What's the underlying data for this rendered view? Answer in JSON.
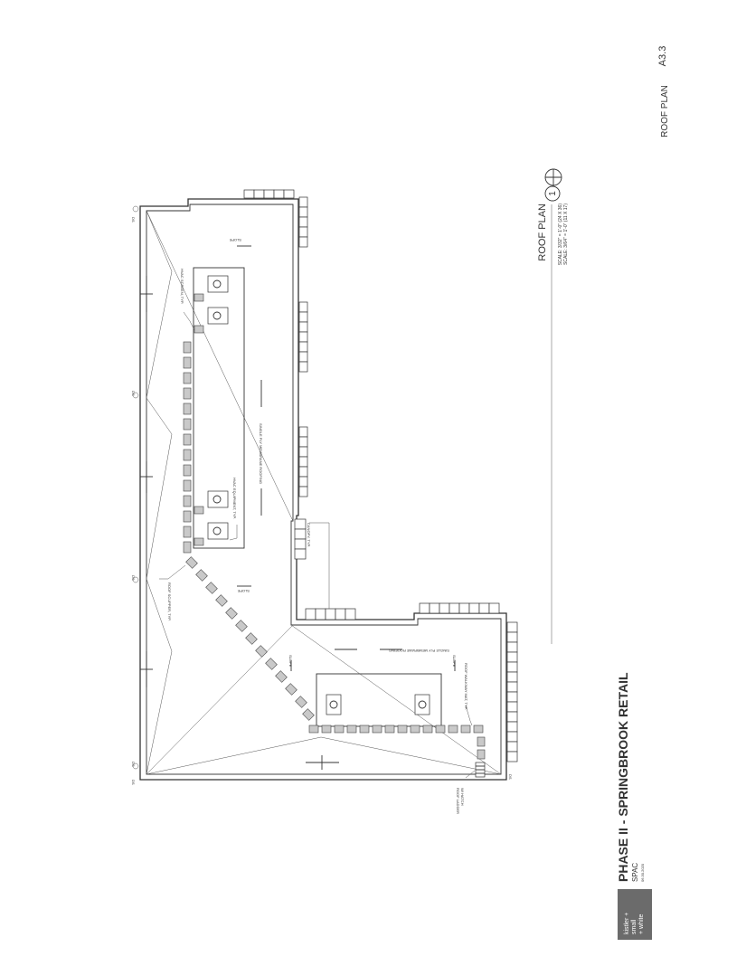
{
  "sheet": {
    "number": "A3.3",
    "title": "ROOF PLAN"
  },
  "project": {
    "title": "PHASE II - SPRINGBROOK RETAIL",
    "client": "SPAC",
    "date": "06.30.2020"
  },
  "logo": {
    "line1": "kistler +",
    "line2": "small",
    "line3": "+ white",
    "bg": "#6b6b6b"
  },
  "drawing": {
    "title": "ROOF PLAN",
    "number": "1",
    "scale_1": "SCALE: 3/32\" = 1'-0\" (24 X 36)",
    "scale_2": "SCALE: 3/64\" = 1'-0\" (11 X 17)"
  },
  "notes": {
    "hvac_screen": "HVAC SCREEN, TYP.",
    "hvac_equipment": "HVAC EQUIPMENT, TYP.",
    "membrane_upper": "SINGLE PLY MEMBRANE ROOFING",
    "membrane_lower": "SINGLE PLY MEMBRANE ROOFING",
    "slope_1": "SLOPE",
    "slope_2": "SLOPE",
    "slope_3": "SLOPE",
    "slope_4": "SLOPE",
    "roof_scupper": "ROOF SCUPPER, TYP.",
    "canopy": "CANOPY, TYP.",
    "walkway": "ROOF WALKWAY MAT, TYP.",
    "ladder_1": "ROOF LADDER",
    "ladder_2": "W/ HATCH"
  },
  "tags": {
    "ds_1": "DS",
    "ds_2": "DS",
    "ds_3": "DS",
    "ds_4": "DS",
    "ds_5": "DS"
  }
}
